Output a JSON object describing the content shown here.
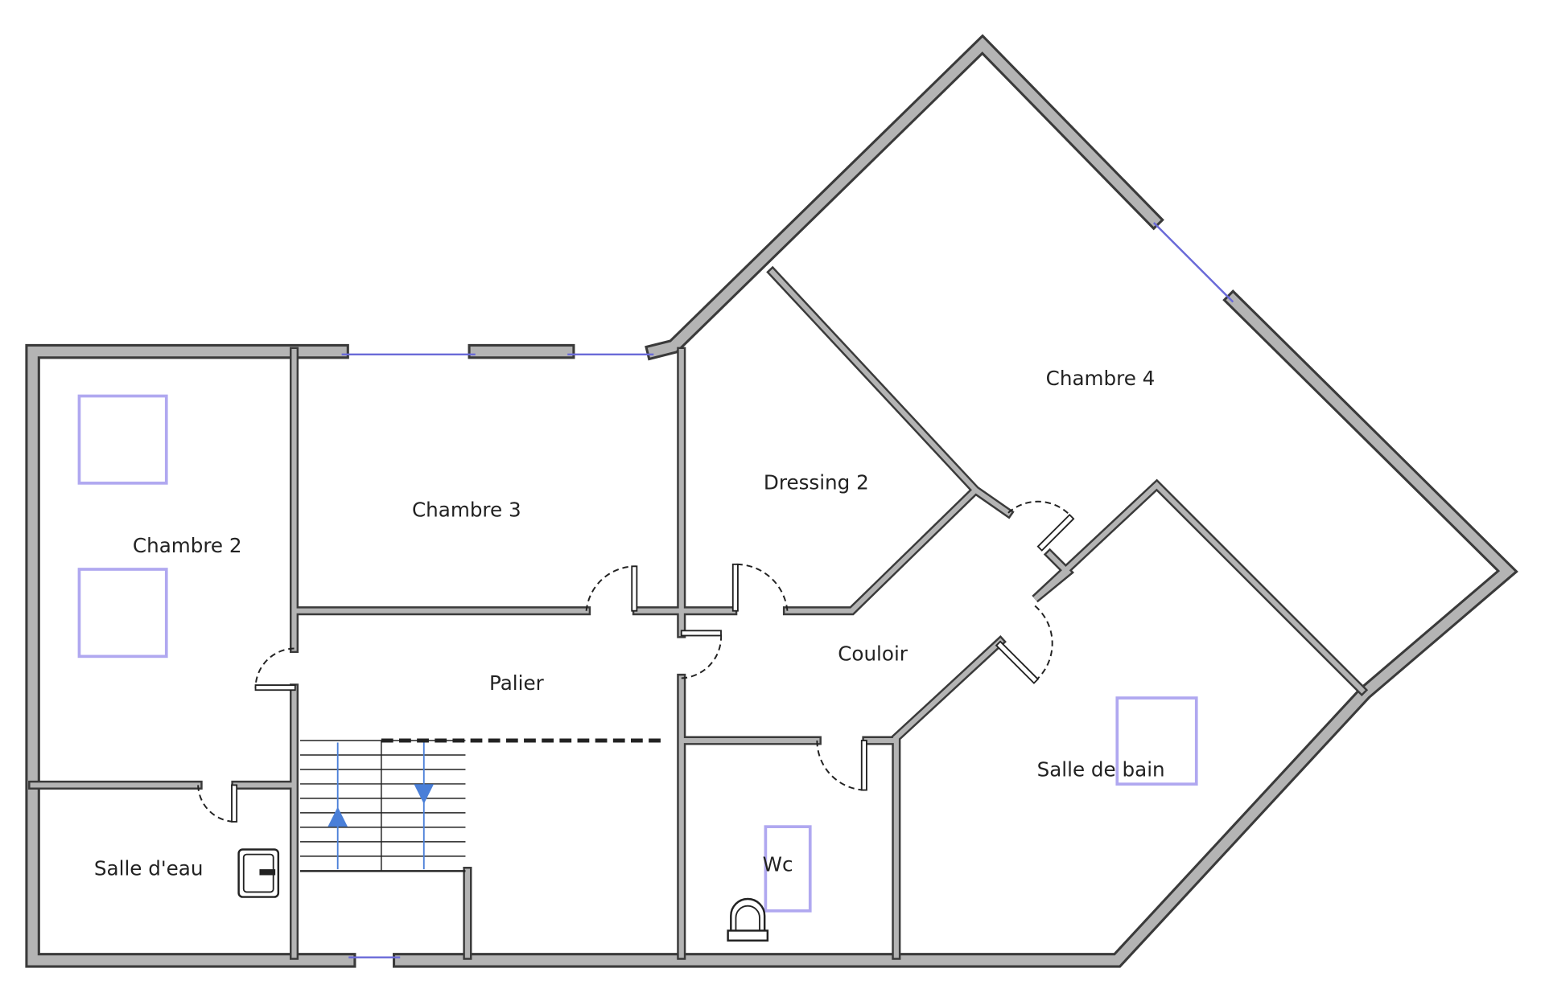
{
  "plan": {
    "rooms": {
      "chambre2": "Chambre 2",
      "chambre3": "Chambre 3",
      "chambre4": "Chambre 4",
      "dressing2": "Dressing 2",
      "palier": "Palier",
      "couloir": "Couloir",
      "salle_de_bain": "Salle de bain",
      "salle_deau": "Salle d'eau",
      "wc": "Wc"
    },
    "colors": {
      "wall_fill": "#b4b4b4",
      "wall_outline": "#3a3a3a",
      "window": "#6a6ad8",
      "skylight": "#b0a8f0",
      "stair_arrow": "#4a7fd8"
    }
  }
}
